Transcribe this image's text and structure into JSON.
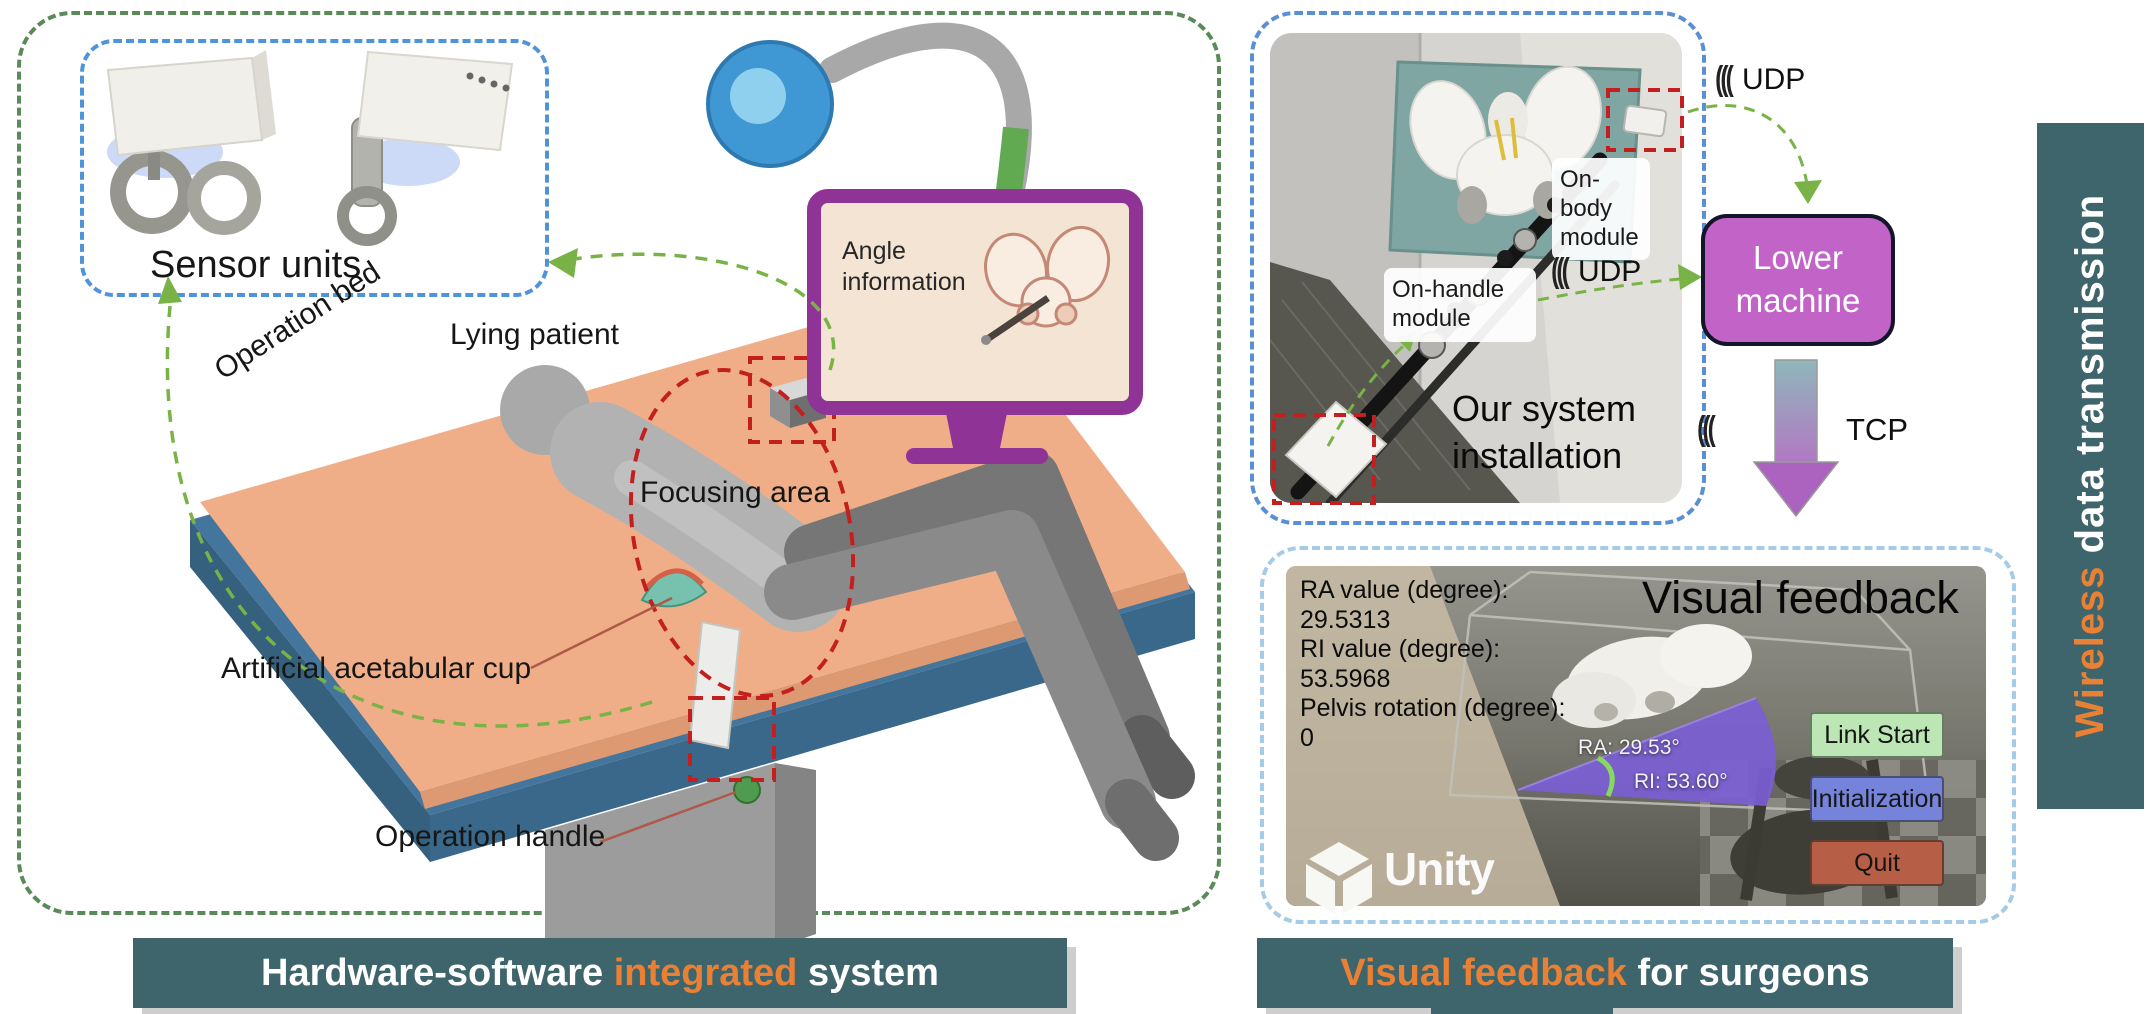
{
  "colors": {
    "teal_banner": "#3f656c",
    "accent_orange": "#ea8033",
    "lower_machine_purple": "#c263c8",
    "monitor_purple": "#8f3397",
    "green_arrow": "#79b347",
    "red_dashed": "#c41f1f",
    "blue_dashed": "#4f93d9",
    "button_green": "#bce6b4",
    "button_blue": "#7583da",
    "button_red": "#b65e46"
  },
  "icons": {
    "wifi": "((("
  },
  "left_panel": {
    "sensor_units": "Sensor units",
    "operation_bed": "Operation bed",
    "lying_patient": "Lying patient",
    "focusing_area": "Focusing area",
    "acetabular_cup": "Artificial acetabular cup",
    "operation_handle": "Operation handle",
    "monitor_text": "Angle information"
  },
  "install": {
    "on_body": "On-body module",
    "on_handle": "On-handle module",
    "caption": "Our system installation",
    "udp_top": "UDP",
    "udp_mid": "UDP"
  },
  "machine": {
    "label": "Lower machine",
    "tcp": "TCP"
  },
  "feedback": {
    "title": "Visual feedback",
    "hud": [
      "RA value (degree):",
      "29.5313",
      "RI value (degree):",
      "53.5968",
      "Pelvis rotation (degree):",
      "0"
    ],
    "cone_ra": "RA: 29.53°",
    "cone_ri": "RI: 53.60°",
    "buttons": [
      "Link Start",
      "Initialization",
      "Quit"
    ],
    "unity": "Unity"
  },
  "banners": {
    "hw_white1": "Hardware-software ",
    "hw_orange": "integrated",
    "hw_white2": " system",
    "vf_orange": "Visual feedback",
    "vf_white": " for surgeons",
    "side_orange": "Wireless",
    "side_white": " data transmission"
  }
}
